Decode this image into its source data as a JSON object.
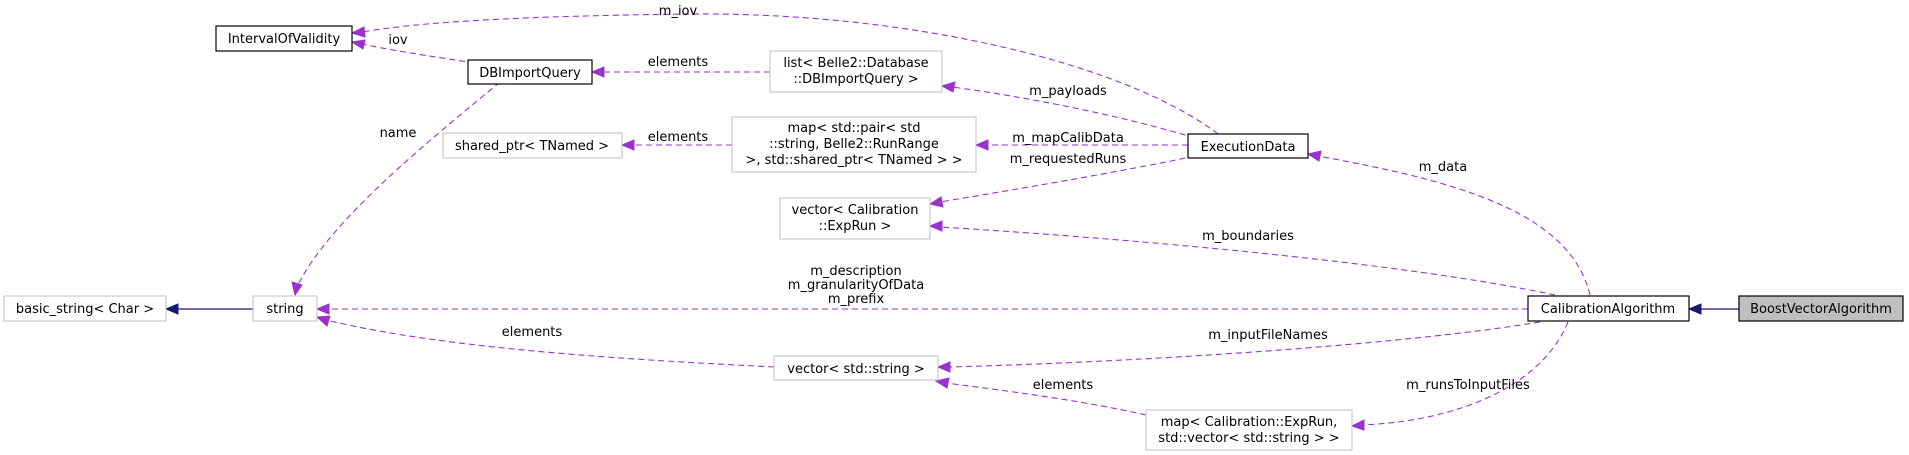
{
  "nodes": {
    "interval_of_validity": "IntervalOfValidity",
    "db_import_query": "DBImportQuery",
    "list_dbimportquery": [
      "list< Belle2::Database",
      "::DBImportQuery >"
    ],
    "shared_ptr_tnamed": "shared_ptr< TNamed >",
    "map_pair_string": [
      "map< std::pair< std",
      "::string, Belle2::RunRange",
      " >, std::shared_ptr< TNamed > >"
    ],
    "execution_data": "ExecutionData",
    "vector_calibration_exprun": [
      "vector< Calibration",
      "::ExpRun >"
    ],
    "basic_string_char": "basic_string< Char >",
    "string": "string",
    "calibration_algorithm": "CalibrationAlgorithm",
    "boost_vector_algorithm": "BoostVectorAlgorithm",
    "vector_std_string": "vector< std::string >",
    "map_calibration_exprun": [
      "map< Calibration::ExpRun,",
      "std::vector< std::string > >"
    ]
  },
  "edges": {
    "m_iov": "m_iov",
    "iov": "iov",
    "elements_dbquery": "elements",
    "m_payloads": "m_payloads",
    "elements_shared_ptr": "elements",
    "m_mapCalibData": "m_mapCalibData",
    "m_requestedRuns": "m_requestedRuns",
    "name": "name",
    "m_data": "m_data",
    "m_boundaries": "m_boundaries",
    "string_members": [
      "m_description",
      "m_granularityOfData",
      "m_prefix"
    ],
    "elements_vector_string": "elements",
    "m_inputFileNames": "m_inputFileNames",
    "elements_map_exprun": "elements",
    "m_runsToInputFiles": "m_runsToInputFiles"
  },
  "colors": {
    "usage_edge": "#9a32cd",
    "inheritance_edge": "#191970",
    "strong_border": "#000000",
    "weak_border": "#bfbfbf",
    "focus_fill": "#bfbfbf"
  }
}
